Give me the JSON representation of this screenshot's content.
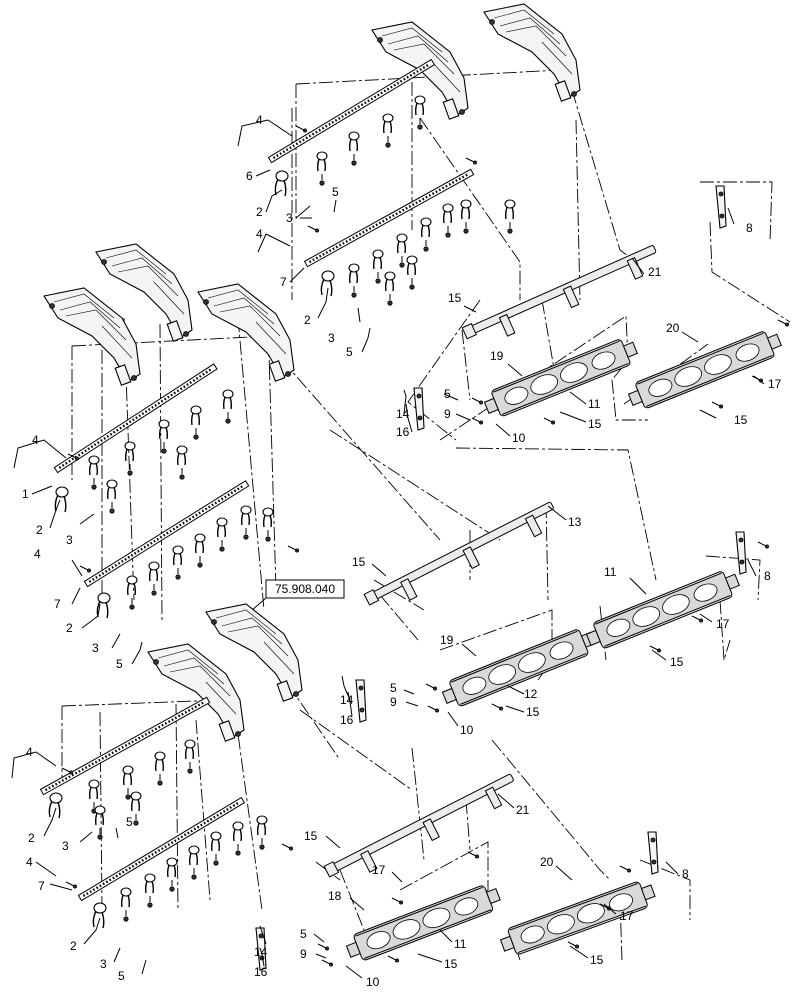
{
  "diagram": {
    "reference_box": "75.908.040",
    "callouts": [
      {
        "id": "c1",
        "text": "4"
      },
      {
        "id": "c2",
        "text": "6"
      },
      {
        "id": "c3",
        "text": "2"
      },
      {
        "id": "c4",
        "text": "3"
      },
      {
        "id": "c5",
        "text": "5"
      },
      {
        "id": "c6",
        "text": "4"
      },
      {
        "id": "c7",
        "text": "7"
      },
      {
        "id": "c8",
        "text": "2"
      },
      {
        "id": "c9",
        "text": "3"
      },
      {
        "id": "c10",
        "text": "5"
      },
      {
        "id": "c11",
        "text": "8"
      },
      {
        "id": "c12",
        "text": "21"
      },
      {
        "id": "c13",
        "text": "15"
      },
      {
        "id": "c14",
        "text": "19"
      },
      {
        "id": "c15",
        "text": "20"
      },
      {
        "id": "c16",
        "text": "5"
      },
      {
        "id": "c17",
        "text": "9"
      },
      {
        "id": "c18",
        "text": "14"
      },
      {
        "id": "c19",
        "text": "16"
      },
      {
        "id": "c20",
        "text": "10"
      },
      {
        "id": "c21",
        "text": "11"
      },
      {
        "id": "c22",
        "text": "15"
      },
      {
        "id": "c23",
        "text": "17"
      },
      {
        "id": "c24",
        "text": "15"
      },
      {
        "id": "c25",
        "text": "4"
      },
      {
        "id": "c26",
        "text": "1"
      },
      {
        "id": "c27",
        "text": "2"
      },
      {
        "id": "c28",
        "text": "3"
      },
      {
        "id": "c29",
        "text": "13"
      },
      {
        "id": "c30",
        "text": "4"
      },
      {
        "id": "c31",
        "text": "7"
      },
      {
        "id": "c32",
        "text": "2"
      },
      {
        "id": "c33",
        "text": "3"
      },
      {
        "id": "c34",
        "text": "5"
      },
      {
        "id": "c35",
        "text": "15"
      },
      {
        "id": "c36",
        "text": "11"
      },
      {
        "id": "c37",
        "text": "8"
      },
      {
        "id": "c38",
        "text": "17"
      },
      {
        "id": "c39",
        "text": "15"
      },
      {
        "id": "c40",
        "text": "19"
      },
      {
        "id": "c41",
        "text": "5"
      },
      {
        "id": "c42",
        "text": "9"
      },
      {
        "id": "c43",
        "text": "14"
      },
      {
        "id": "c44",
        "text": "16"
      },
      {
        "id": "c45",
        "text": "12"
      },
      {
        "id": "c46",
        "text": "15"
      },
      {
        "id": "c47",
        "text": "10"
      },
      {
        "id": "c48",
        "text": "4"
      },
      {
        "id": "c49",
        "text": "2"
      },
      {
        "id": "c50",
        "text": "3"
      },
      {
        "id": "c51",
        "text": "5"
      },
      {
        "id": "c52",
        "text": "21"
      },
      {
        "id": "c53",
        "text": "15"
      },
      {
        "id": "c54",
        "text": "4"
      },
      {
        "id": "c55",
        "text": "7"
      },
      {
        "id": "c56",
        "text": "17"
      },
      {
        "id": "c57",
        "text": "18"
      },
      {
        "id": "c58",
        "text": "20"
      },
      {
        "id": "c59",
        "text": "8"
      },
      {
        "id": "c60",
        "text": "2"
      },
      {
        "id": "c61",
        "text": "3"
      },
      {
        "id": "c62",
        "text": "5"
      },
      {
        "id": "c63",
        "text": "17"
      },
      {
        "id": "c64",
        "text": "5"
      },
      {
        "id": "c65",
        "text": "9"
      },
      {
        "id": "c66",
        "text": "14"
      },
      {
        "id": "c67",
        "text": "16"
      },
      {
        "id": "c68",
        "text": "10"
      },
      {
        "id": "c69",
        "text": "11"
      },
      {
        "id": "c70",
        "text": "15"
      },
      {
        "id": "c71",
        "text": "15"
      }
    ]
  }
}
